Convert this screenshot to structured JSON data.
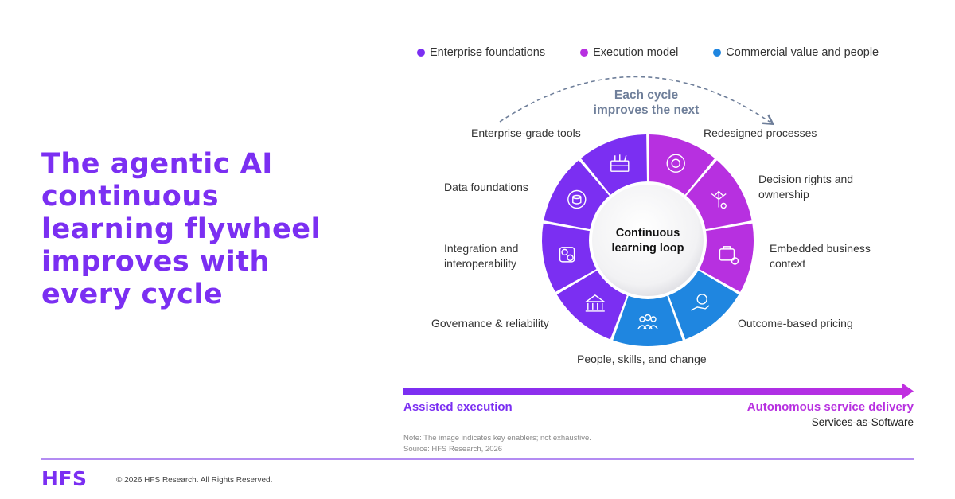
{
  "title": "The agentic AI continuous learning flywheel improves with every cycle",
  "legend": [
    {
      "label": "Enterprise foundations",
      "color": "#7b2ff2"
    },
    {
      "label": "Execution model",
      "color": "#b730e0"
    },
    {
      "label": "Commercial value and people",
      "color": "#1f86e0"
    }
  ],
  "cycle_note": "Each cycle improves the next",
  "center_label": "Continuous learning loop",
  "segments": [
    {
      "label": "Redesigned processes",
      "group": "Execution model",
      "icon": "cycle-gear-icon"
    },
    {
      "label": "Decision rights and ownership",
      "group": "Execution model",
      "icon": "decision-arrows-icon"
    },
    {
      "label": "Embedded business context",
      "group": "Execution model",
      "icon": "briefcase-gear-icon"
    },
    {
      "label": "Outcome-based pricing",
      "group": "Commercial value and people",
      "icon": "hand-dollar-icon"
    },
    {
      "label": "People, skills, and change",
      "group": "Commercial value and people",
      "icon": "people-icon"
    },
    {
      "label": "Governance & reliability",
      "group": "Enterprise foundations",
      "icon": "governance-icon"
    },
    {
      "label": "Integration and interoperability",
      "group": "Enterprise foundations",
      "icon": "integration-gears-icon"
    },
    {
      "label": "Data foundations",
      "group": "Enterprise foundations",
      "icon": "data-brain-icon"
    },
    {
      "label": "Enterprise-grade tools",
      "group": "Enterprise foundations",
      "icon": "toolbox-icon"
    }
  ],
  "arrow": {
    "start_label": "Assisted execution",
    "end_label": "Autonomous service delivery",
    "end_sublabel": "Services-as-Software"
  },
  "note": {
    "line1": "Note: The image indicates key enablers; not exhaustive.",
    "line2": "Source: HFS Research, 2026"
  },
  "footer": {
    "logo": "HFS",
    "copyright": "© 2026 HFS Research. All Rights Reserved."
  }
}
